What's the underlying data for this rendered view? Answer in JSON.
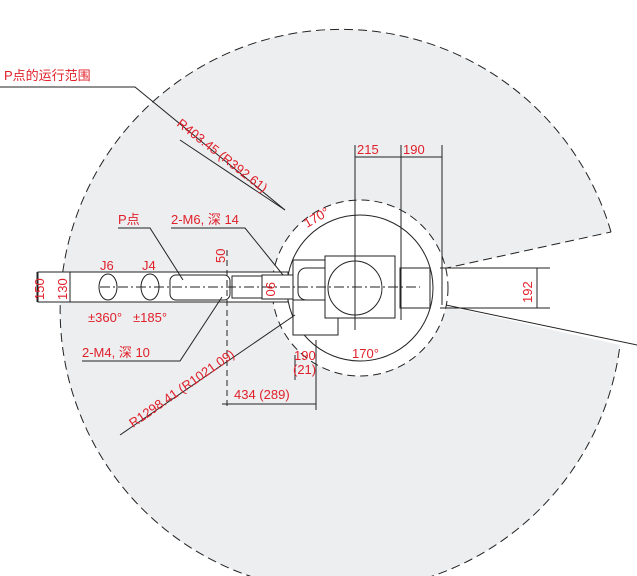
{
  "labels": {
    "p_range": "P点的运行范围",
    "p_point": "P点",
    "m6": "2-M6, 深 14",
    "m4": "2-M4, 深 10",
    "r_inner": "R403.45 (R392.61)",
    "r_outer": "R1298.41 (R1021.09)",
    "j6": "J6",
    "j4": "J4",
    "j6_range": "±360°",
    "j4_range": "±185°",
    "angle_top": "170°",
    "angle_bottom": "170°",
    "d150": "150",
    "d130": "130",
    "d50": "50",
    "d90": "90",
    "d190_small": "190",
    "d21": "(21)",
    "d434": "434 (289)",
    "d215": "215",
    "d190": "190",
    "d192": "192"
  },
  "colors": {
    "dim_text": "#e0202a",
    "area": "#eceef0",
    "line": "#222222"
  }
}
